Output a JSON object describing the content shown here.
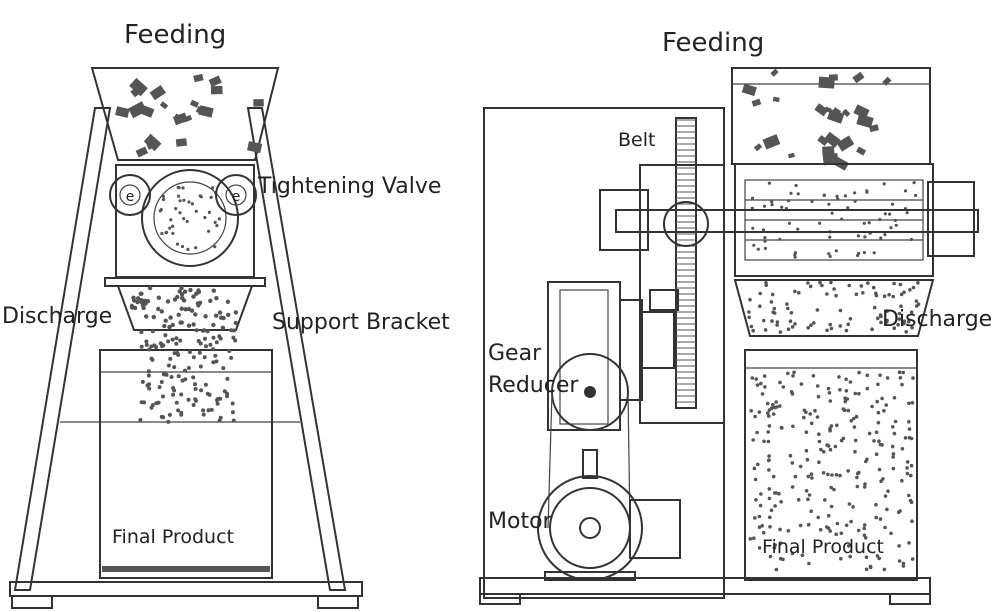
{
  "left_view": {
    "labels": {
      "feeding": "Feeding",
      "tightening_valve": "Tightening Valve",
      "discharge": "Discharge",
      "support_bracket": "Support Bracket",
      "final_product": "Final Product"
    }
  },
  "right_view": {
    "labels": {
      "feeding": "Feeding",
      "belt": "Belt",
      "gear_reducer_line1": "Gear",
      "gear_reducer_line2": "Reducer",
      "discharge": "Discharge",
      "motor": "Motor",
      "final_product": "Final Product"
    }
  },
  "colors": {
    "line": "#333333",
    "material": "#555555",
    "background": "#ffffff"
  }
}
